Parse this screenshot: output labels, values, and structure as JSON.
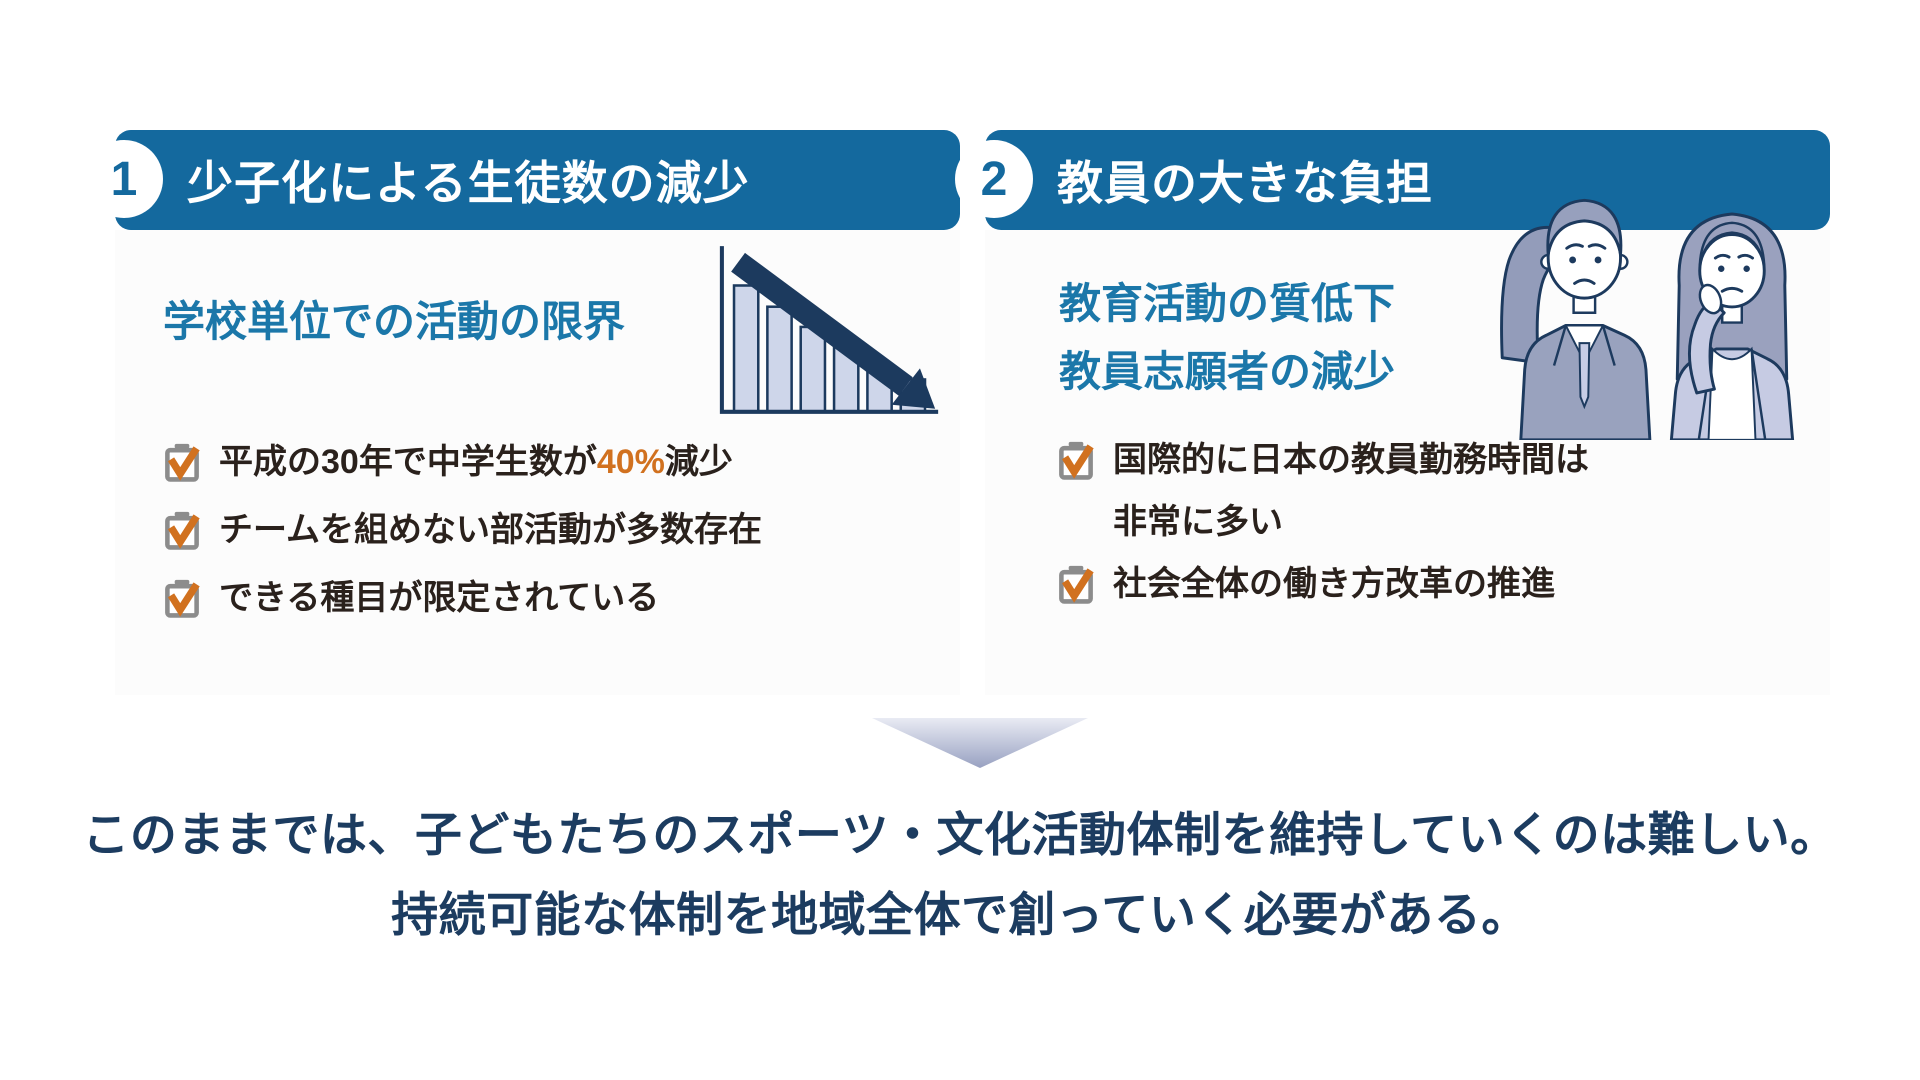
{
  "panels": [
    {
      "number": "1",
      "title": "少子化による生徒数の減少",
      "subtitle_lines": [
        "学校単位での活動の限界"
      ],
      "items": [
        {
          "pre": "平成の30年で中学生数が",
          "highlight": "40%",
          "post": "減少"
        },
        {
          "pre": "チームを組めない部活動が多数存在",
          "highlight": "",
          "post": ""
        },
        {
          "pre": "できる種目が限定されている",
          "highlight": "",
          "post": ""
        }
      ]
    },
    {
      "number": "2",
      "title": "教員の大きな負担",
      "subtitle_lines": [
        "教育活動の質低下",
        "教員志願者の減少"
      ],
      "items": [
        {
          "line1": "国際的に日本の教員勤務時間は",
          "line2": "非常に多い"
        },
        {
          "line1": "社会全体の働き方改革の推進",
          "line2": ""
        }
      ]
    }
  ],
  "conclusion": {
    "line1": "このままでは、子どもたちのスポーツ・文化活動体制を維持していくのは難しい。",
    "line2": "持続可能な体制を地域全体で創っていく必要がある。"
  },
  "colors": {
    "header_blue": "#14699E",
    "heading_blue": "#1B77A9",
    "navy": "#1C3A5E",
    "orange": "#D1711F",
    "text_dark": "#2A211C",
    "bar_fill": "#CED6EA",
    "checkbox_gray": "#8C8C8C",
    "triangle_gray_blue": "#98A1C1"
  },
  "illustrations": {
    "decline_chart": {
      "type": "bar",
      "description": "declining bar chart with downward arrow",
      "bar_heights_relative": [
        125,
        104,
        84,
        64,
        46,
        32
      ]
    },
    "teachers": "two-worried-teachers"
  }
}
